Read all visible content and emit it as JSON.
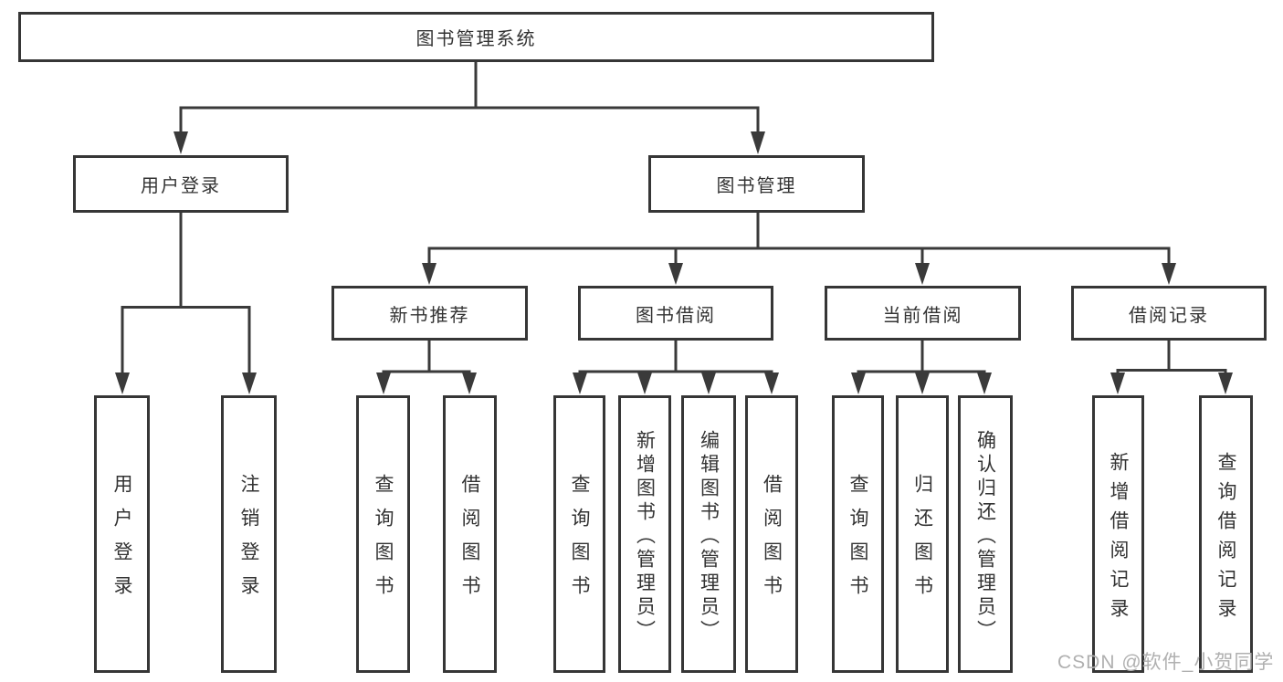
{
  "colors": {
    "line": "#3a3a3a",
    "border": "#363636",
    "box_bg": "#ffffff",
    "text": "#333333",
    "watermark": "#b0b0b0"
  },
  "nodes": {
    "root": {
      "label": "图书管理系统"
    },
    "user_login": {
      "label": "用户登录"
    },
    "book_mgmt": {
      "label": "图书管理"
    },
    "new_book_rec": {
      "label": "新书推荐"
    },
    "book_borrow": {
      "label": "图书借阅"
    },
    "current_borrow": {
      "label": "当前借阅"
    },
    "borrow_records": {
      "label": "借阅记录"
    },
    "leaf_user_login": {
      "label": "用户登录"
    },
    "leaf_logout": {
      "label": "注销登录"
    },
    "leaf_query_book_rec": {
      "label": "查询图书"
    },
    "leaf_borrow_book_rec": {
      "label": "借阅图书"
    },
    "leaf_query_book_bb": {
      "label": "查询图书"
    },
    "leaf_add_book": {
      "label": "新增图书（管理员）"
    },
    "leaf_edit_book": {
      "label": "编辑图书（管理员）"
    },
    "leaf_borrow_book_bb": {
      "label": "借阅图书"
    },
    "leaf_query_book_cb": {
      "label": "查询图书"
    },
    "leaf_return_book": {
      "label": "归还图书"
    },
    "leaf_confirm_return": {
      "label": "确认归还（管理员）"
    },
    "leaf_add_record": {
      "label": "新增借阅记录"
    },
    "leaf_query_record": {
      "label": "查询借阅记录"
    }
  },
  "watermark": {
    "text": "CSDN @软件_小贺同学"
  }
}
